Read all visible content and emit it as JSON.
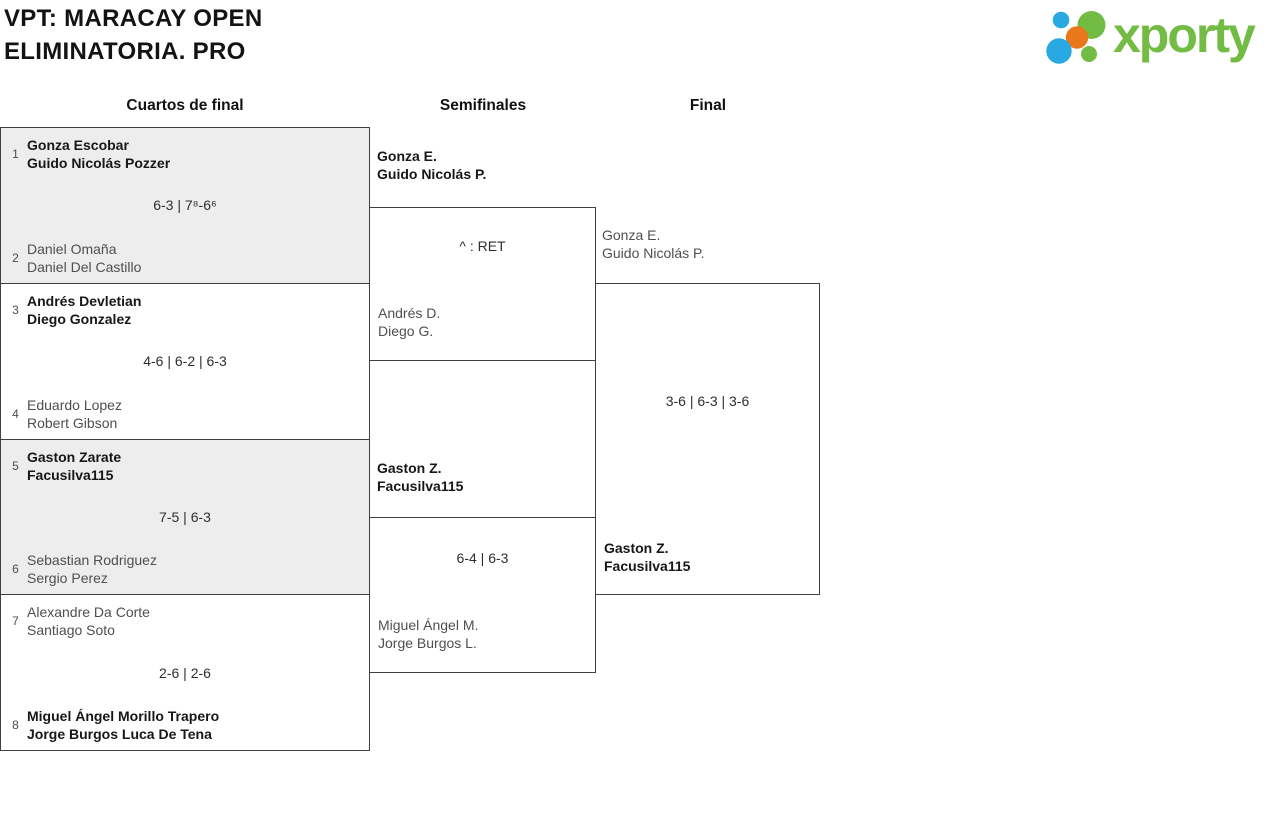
{
  "page": {
    "title_line1": "VPT: MARACAY OPEN",
    "title_line2": "ELIMINATORIA. PRO"
  },
  "logo": {
    "wordmark": "xporty",
    "colors": {
      "green": "#72bc44",
      "blue": "#29a9e1",
      "orange": "#e8781b"
    }
  },
  "rounds": {
    "quarterfinals": "Cuartos de final",
    "semifinals": "Semifinales",
    "final": "Final"
  },
  "bracket": {
    "quarterfinals": [
      {
        "seed_top": "1",
        "team_top": [
          "Gonza Escobar",
          "Guido Nicolás Pozzer"
        ],
        "top_winner": true,
        "score": "6-3 | 7⁸-6⁶",
        "seed_bottom": "2",
        "team_bottom": [
          "Daniel Omaña",
          "Daniel Del Castillo"
        ],
        "bottom_winner": false
      },
      {
        "seed_top": "3",
        "team_top": [
          "Andrés Devletian",
          "Diego Gonzalez"
        ],
        "top_winner": true,
        "score": "4-6 | 6-2 | 6-3",
        "seed_bottom": "4",
        "team_bottom": [
          "Eduardo Lopez",
          "Robert Gibson"
        ],
        "bottom_winner": false
      },
      {
        "seed_top": "5",
        "team_top": [
          "Gaston Zarate",
          "Facusilva115"
        ],
        "top_winner": true,
        "score": "7-5 | 6-3",
        "seed_bottom": "6",
        "team_bottom": [
          "Sebastian Rodriguez",
          "Sergio Perez"
        ],
        "bottom_winner": false
      },
      {
        "seed_top": "7",
        "team_top": [
          "Alexandre Da Corte",
          "Santiago Soto"
        ],
        "top_winner": false,
        "score": "2-6 | 2-6",
        "seed_bottom": "8",
        "team_bottom": [
          "Miguel Ángel Morillo Trapero",
          "Jorge Burgos Luca De Tena"
        ],
        "bottom_winner": true
      }
    ],
    "semifinals": [
      {
        "team_top": [
          "Gonza E.",
          "Guido Nicolás P."
        ],
        "top_winner": true,
        "score": "^ : RET",
        "team_bottom": [
          "Andrés D.",
          "Diego G."
        ],
        "bottom_winner": false
      },
      {
        "team_top": [
          "Gaston Z.",
          "Facusilva115"
        ],
        "top_winner": true,
        "score": "6-4 | 6-3",
        "team_bottom": [
          "Miguel Ángel M.",
          "Jorge Burgos L."
        ],
        "bottom_winner": false
      }
    ],
    "final": {
      "team_top": [
        "Gonza E.",
        "Guido Nicolás P."
      ],
      "top_winner": false,
      "score": "3-6 | 6-3 | 3-6",
      "team_bottom": [
        "Gaston Z.",
        "Facusilva115"
      ],
      "bottom_winner": true
    }
  }
}
